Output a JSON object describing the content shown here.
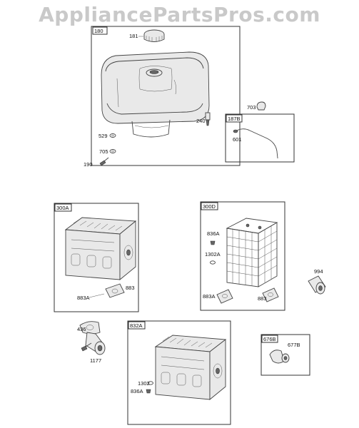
{
  "watermark": "AppliancePartsPros.com",
  "groups": [
    {
      "tag": "180"
    },
    {
      "tag": "187B"
    },
    {
      "tag": "300A"
    },
    {
      "tag": "300D"
    },
    {
      "tag": "832A"
    },
    {
      "tag": "676B"
    }
  ],
  "labels": {
    "p181": "181",
    "p703": "703",
    "p240": "240",
    "p601": "601",
    "p529": "529",
    "p705": "705",
    "p190": "190",
    "p883a_1": "883",
    "p883A_1": "883A",
    "p836A_1": "836A",
    "p1302A": "1302A",
    "p994": "994",
    "p883A_2": "883A",
    "p883_2": "883",
    "p436": "436",
    "p1177": "1177",
    "p1302": "1302",
    "p836A_2": "836A",
    "p677B": "677B"
  }
}
